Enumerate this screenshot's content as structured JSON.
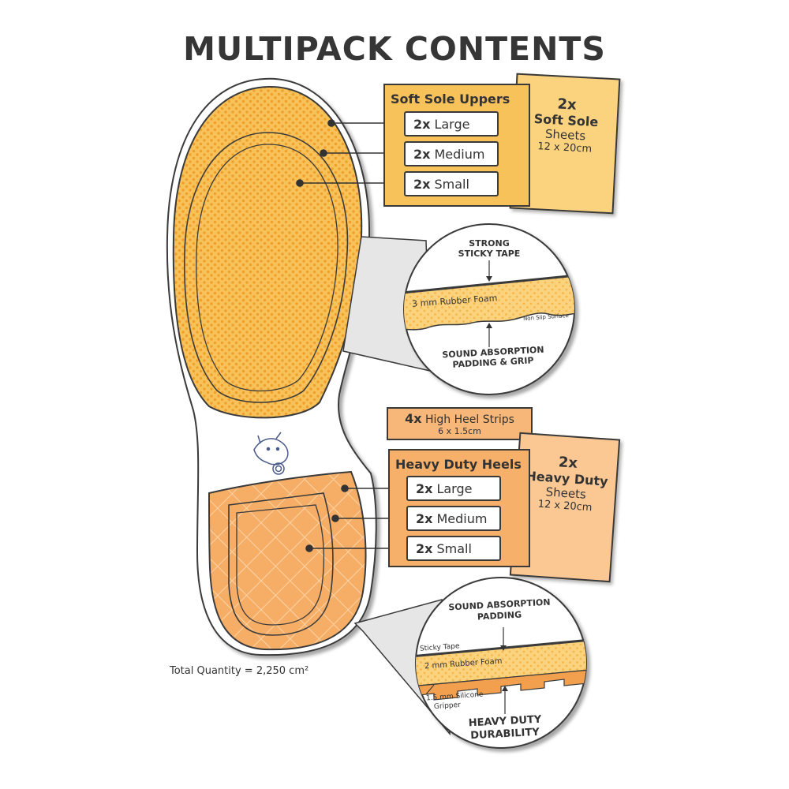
{
  "title": "MULTIPACK CONTENTS",
  "soft_sole": {
    "panel_title": "Soft Sole Uppers",
    "sizes": [
      {
        "qty": "2x",
        "label": "Large"
      },
      {
        "qty": "2x",
        "label": "Medium"
      },
      {
        "qty": "2x",
        "label": "Small"
      }
    ],
    "sheet": {
      "qty": "2x",
      "name": "Soft Sole",
      "kind": "Sheets",
      "dims": "12 x 20cm"
    }
  },
  "soft_sole_callout": {
    "top_label_1": "STRONG",
    "top_label_2": "STICKY TAPE",
    "layer_label": "3 mm Rubber Foam",
    "surface_label": "Non Slip Surface",
    "bottom_label_1": "SOUND ABSORPTION",
    "bottom_label_2": "PADDING & GRIP"
  },
  "heel_strips": {
    "qty": "4x",
    "label": "High Heel Strips",
    "dims": "6 x 1.5cm"
  },
  "heavy_duty": {
    "panel_title": "Heavy Duty Heels",
    "sizes": [
      {
        "qty": "2x",
        "label": "Large"
      },
      {
        "qty": "2x",
        "label": "Medium"
      },
      {
        "qty": "2x",
        "label": "Small"
      }
    ],
    "sheet": {
      "qty": "2x",
      "name": "Heavy Duty",
      "kind": "Sheets",
      "dims": "12 x 20cm"
    }
  },
  "heavy_callout": {
    "top_label_1": "SOUND ABSORPTION",
    "top_label_2": "PADDING",
    "tape_label": "Sticky Tape",
    "layer_label": "2 mm Rubber Foam",
    "gripper_label_1": "1.5 mm Silicone",
    "gripper_label_2": "Gripper",
    "bottom_label_1": "HEAVY DUTY",
    "bottom_label_2": "DURABILITY"
  },
  "total_quantity": "Total Quantity = 2,250 cm²",
  "colors": {
    "soft_orange": "#f8c25a",
    "soft_dots": "#f0a32a",
    "heavy_orange": "#f6b06a",
    "heavy_pale": "#fbc894",
    "outline": "#3a3a3a",
    "text": "#363636"
  },
  "icons": [
    "dog-logo-icon"
  ]
}
